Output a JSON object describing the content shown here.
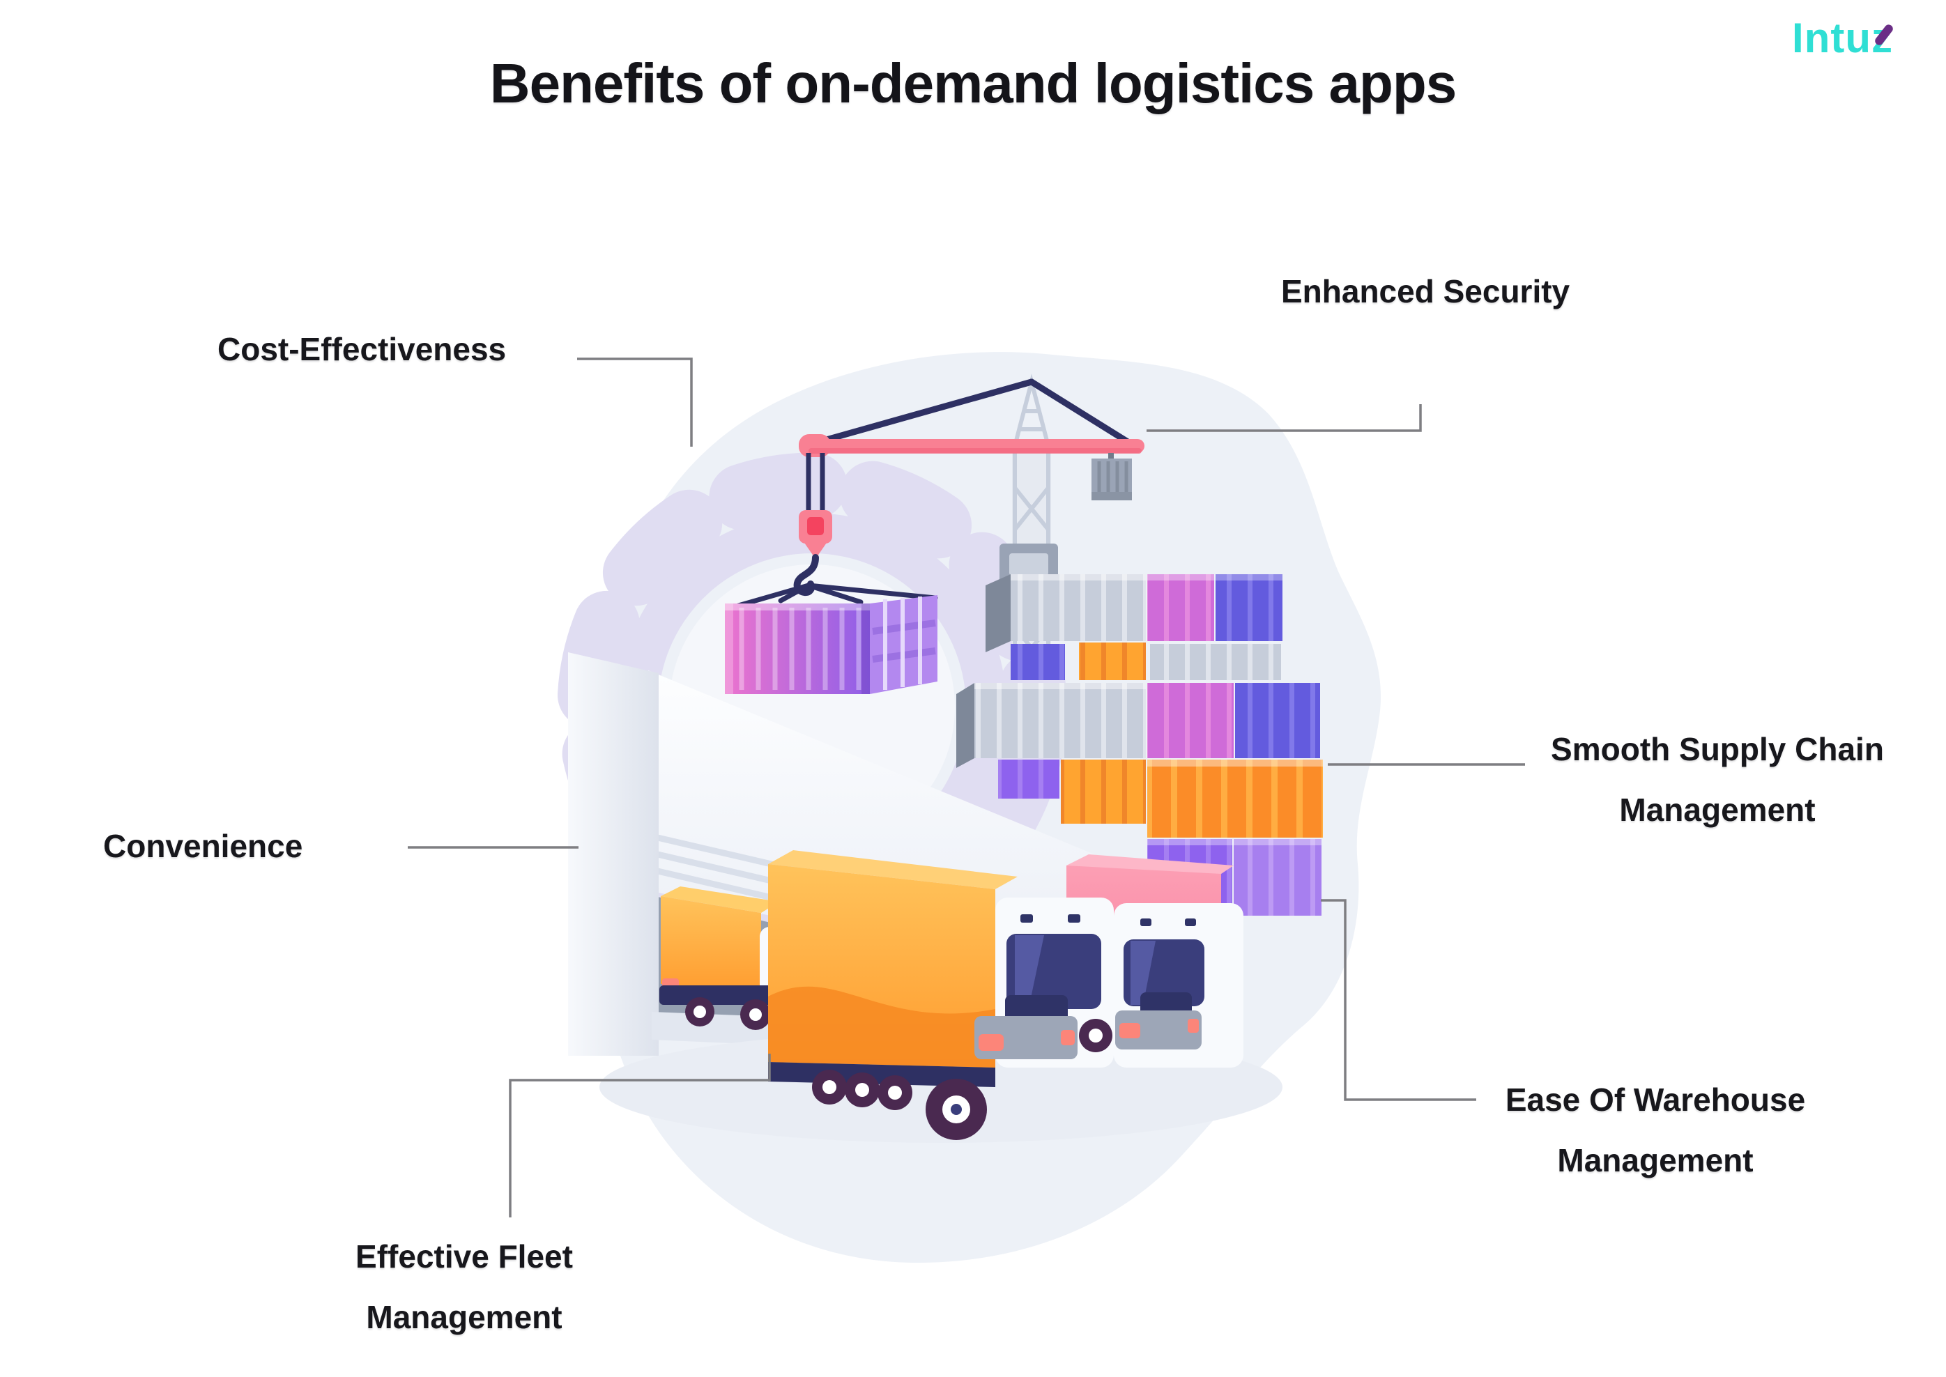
{
  "title": "Benefits of on-demand logistics apps",
  "logo": {
    "text": "Intuz",
    "prefix": "Intu",
    "suffix": "z",
    "color_primary": "#2fdfd4",
    "color_accent": "#6b2e86"
  },
  "benefits": [
    {
      "label": "Cost-Effectiveness",
      "position": "top-left"
    },
    {
      "label": "Enhanced Security",
      "position": "top-right"
    },
    {
      "label_line1": "Smooth Supply Chain",
      "label_line2": "Management",
      "position": "right"
    },
    {
      "label": "Convenience",
      "position": "left"
    },
    {
      "label_line1": "Ease Of Warehouse",
      "label_line2": "Management",
      "position": "bottom-right"
    },
    {
      "label_line1": "Effective Fleet",
      "label_line2": "Management",
      "position": "bottom-left"
    }
  ],
  "illustration": {
    "scene": "warehouse-logistics",
    "elements": [
      "tower-crane",
      "hanging-container",
      "container-stacks",
      "warehouse",
      "cargo-trucks",
      "gear"
    ],
    "colors": {
      "blob_background": "#edf1f7",
      "gear_lavender": "#e0ddf2",
      "crane_pink": "#f98093",
      "cable_navy": "#2e3063",
      "crane_gray": "#c6cedc",
      "container_gray": "#c6cdda",
      "container_magenta": "#cf6bd8",
      "container_violet": "#635bde",
      "container_orange": "#fb8c28",
      "container_purple": "#8e62ee",
      "hanging_container_gradient": [
        "#ec74ce",
        "#8e5fe8"
      ],
      "truck_orange": "#ffa93c",
      "truck_pink": "#f87e9e",
      "windshield_navy": "#3a3e7c",
      "wheel_plum": "#4a2950",
      "coral_accent": "#fc8579",
      "connector_gray": "#7e7e82"
    }
  }
}
